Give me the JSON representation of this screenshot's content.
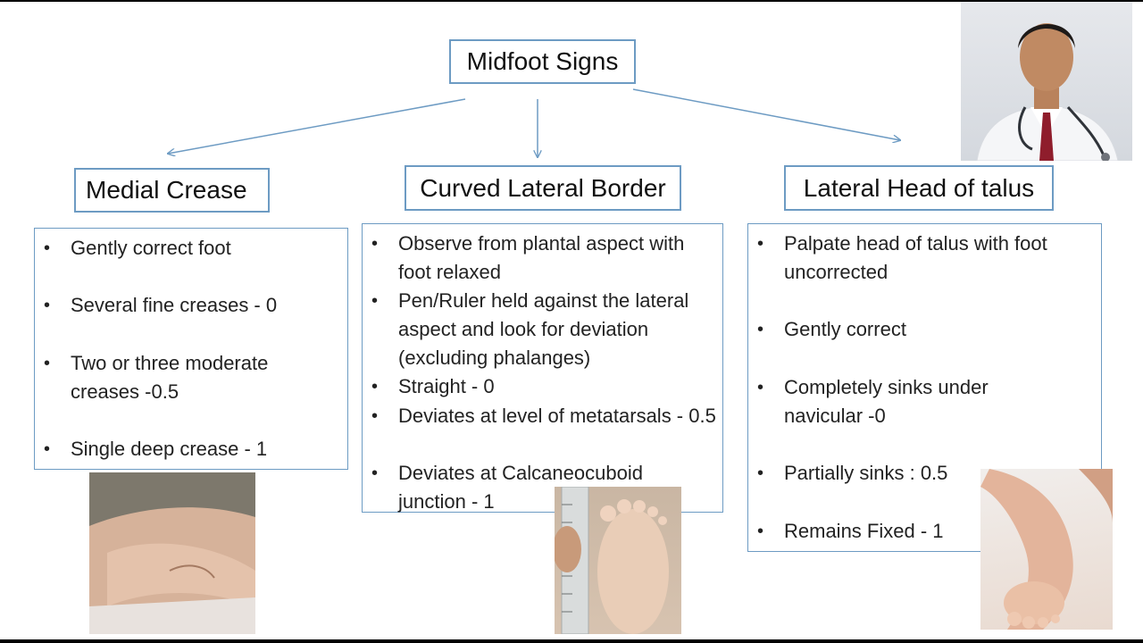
{
  "diagram": {
    "root": "Midfoot Signs",
    "columns": [
      {
        "heading": "Medial Crease",
        "items": [
          "Gently correct foot",
          "Several fine creases - 0",
          "Two or three moderate creases -0.5",
          "Single deep crease - 1"
        ]
      },
      {
        "heading": "Curved Lateral Border",
        "items": [
          "Observe from plantal aspect with foot relaxed",
          "Pen/Ruler held against the lateral aspect and look for deviation (excluding phalanges)",
          "Straight - 0",
          "Deviates at level of metatarsals - 0.5",
          "Deviates at Calcaneocuboid junction - 1"
        ]
      },
      {
        "heading": "Lateral Head of talus",
        "items": [
          "Palpate head of talus with foot uncorrected",
          "Gently correct",
          "Completely sinks under navicular -0",
          "Partially sinks : 0.5",
          "Remains Fixed - 1"
        ]
      }
    ]
  },
  "colors": {
    "box_border": "#6d9bc3",
    "arrow": "#6d9bc3",
    "text": "#222222"
  },
  "icons": {
    "bullet": "bullet-icon",
    "arrow": "arrow-icon"
  }
}
